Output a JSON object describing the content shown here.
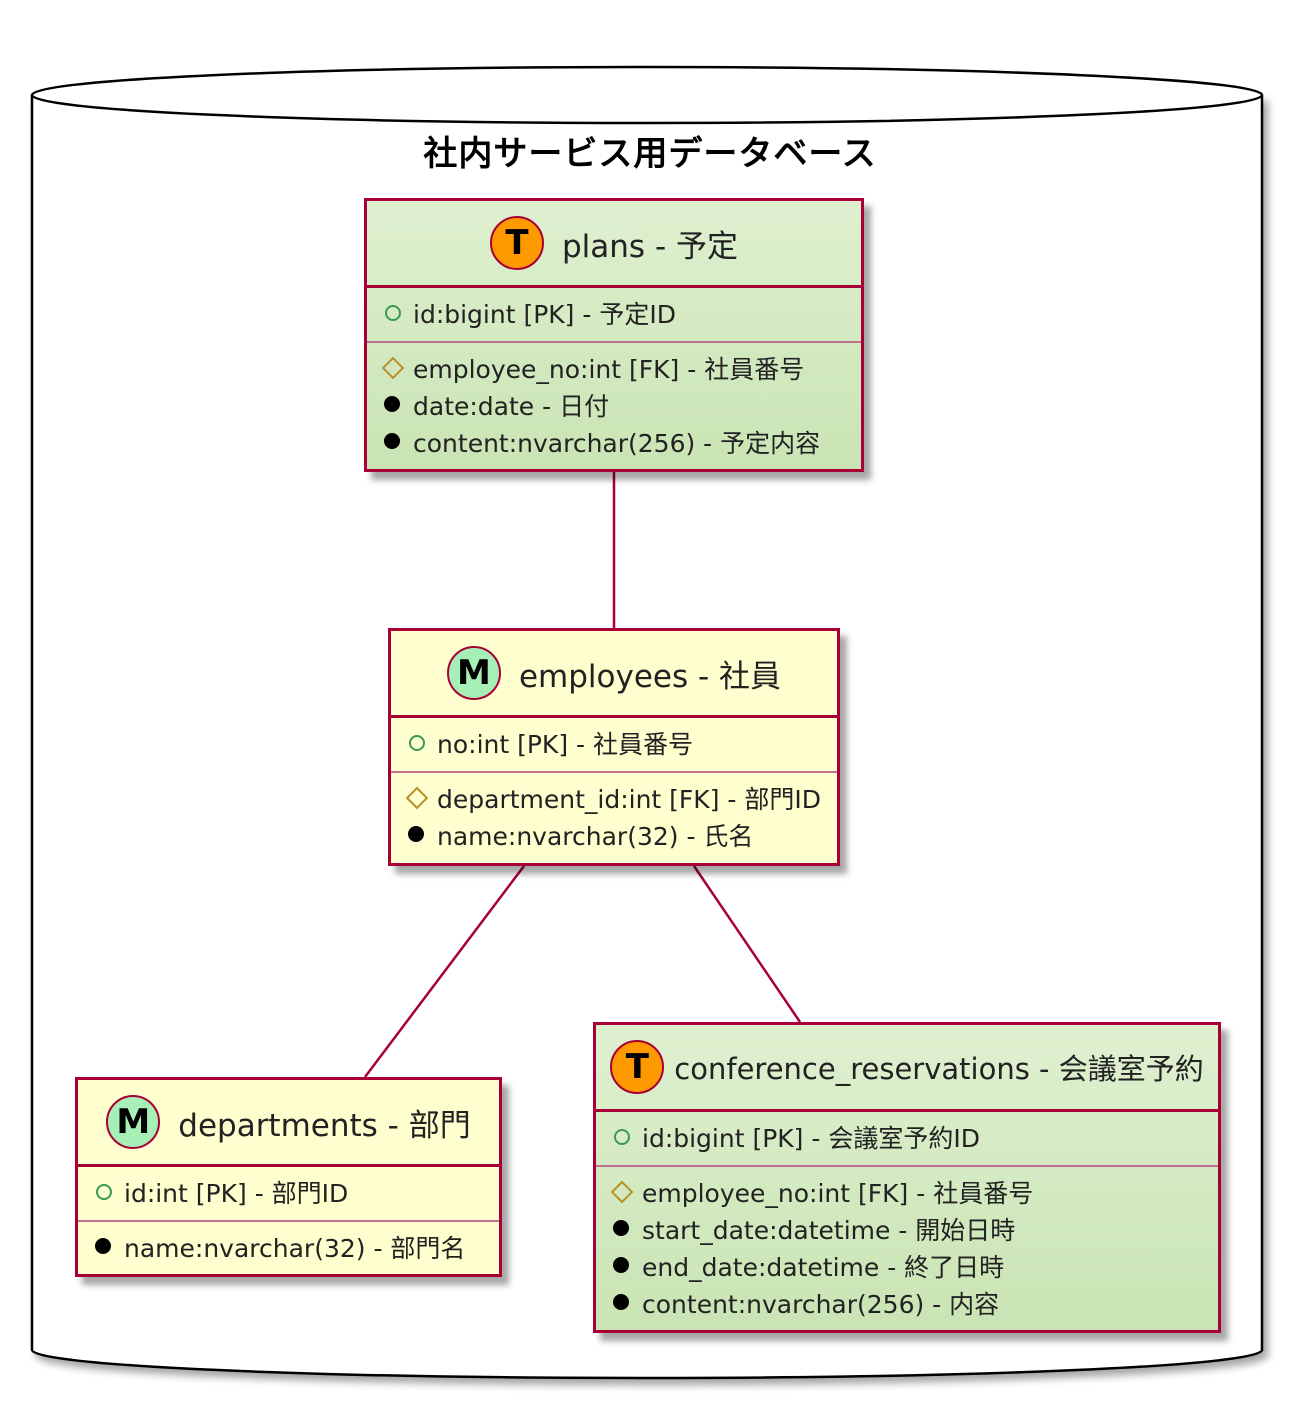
{
  "database": {
    "title": "社内サービス用データベース"
  },
  "entities": {
    "plans": {
      "badge": "T",
      "name": "plans - 予定",
      "pk_fields": [
        "id:bigint [PK] - 予定ID"
      ],
      "fk_fields": [
        "employee_no:int [FK] - 社員番号"
      ],
      "fields": [
        "date:date - 日付",
        "content:nvarchar(256) - 予定内容"
      ]
    },
    "employees": {
      "badge": "M",
      "name": "employees - 社員",
      "pk_fields": [
        "no:int [PK] - 社員番号"
      ],
      "fk_fields": [
        "department_id:int [FK] - 部門ID"
      ],
      "fields": [
        "name:nvarchar(32) - 氏名"
      ]
    },
    "departments": {
      "badge": "M",
      "name": "departments - 部門",
      "pk_fields": [
        "id:int [PK] - 部門ID"
      ],
      "fk_fields": [],
      "fields": [
        "name:nvarchar(32) - 部門名"
      ]
    },
    "conference_reservations": {
      "badge": "T",
      "name": "conference_reservations - 会議室予約",
      "pk_fields": [
        "id:bigint [PK] - 会議室予約ID"
      ],
      "fk_fields": [
        "employee_no:int [FK] - 社員番号"
      ],
      "fields": [
        "start_date:datetime - 開始日時",
        "end_date:datetime - 終了日時",
        "content:nvarchar(256) - 内容"
      ]
    }
  },
  "relations": [
    {
      "from": "plans",
      "to": "employees"
    },
    {
      "from": "employees",
      "to": "departments"
    },
    {
      "from": "employees",
      "to": "conference_reservations"
    }
  ],
  "colors": {
    "border": "#a80036",
    "table_bg": "#d2e9c1",
    "master_bg": "#fefece",
    "table_badge": "#ff9900",
    "master_badge": "#a6f0b8",
    "pk_marker": "#3a9a55",
    "fk_marker": "#b8902a"
  }
}
